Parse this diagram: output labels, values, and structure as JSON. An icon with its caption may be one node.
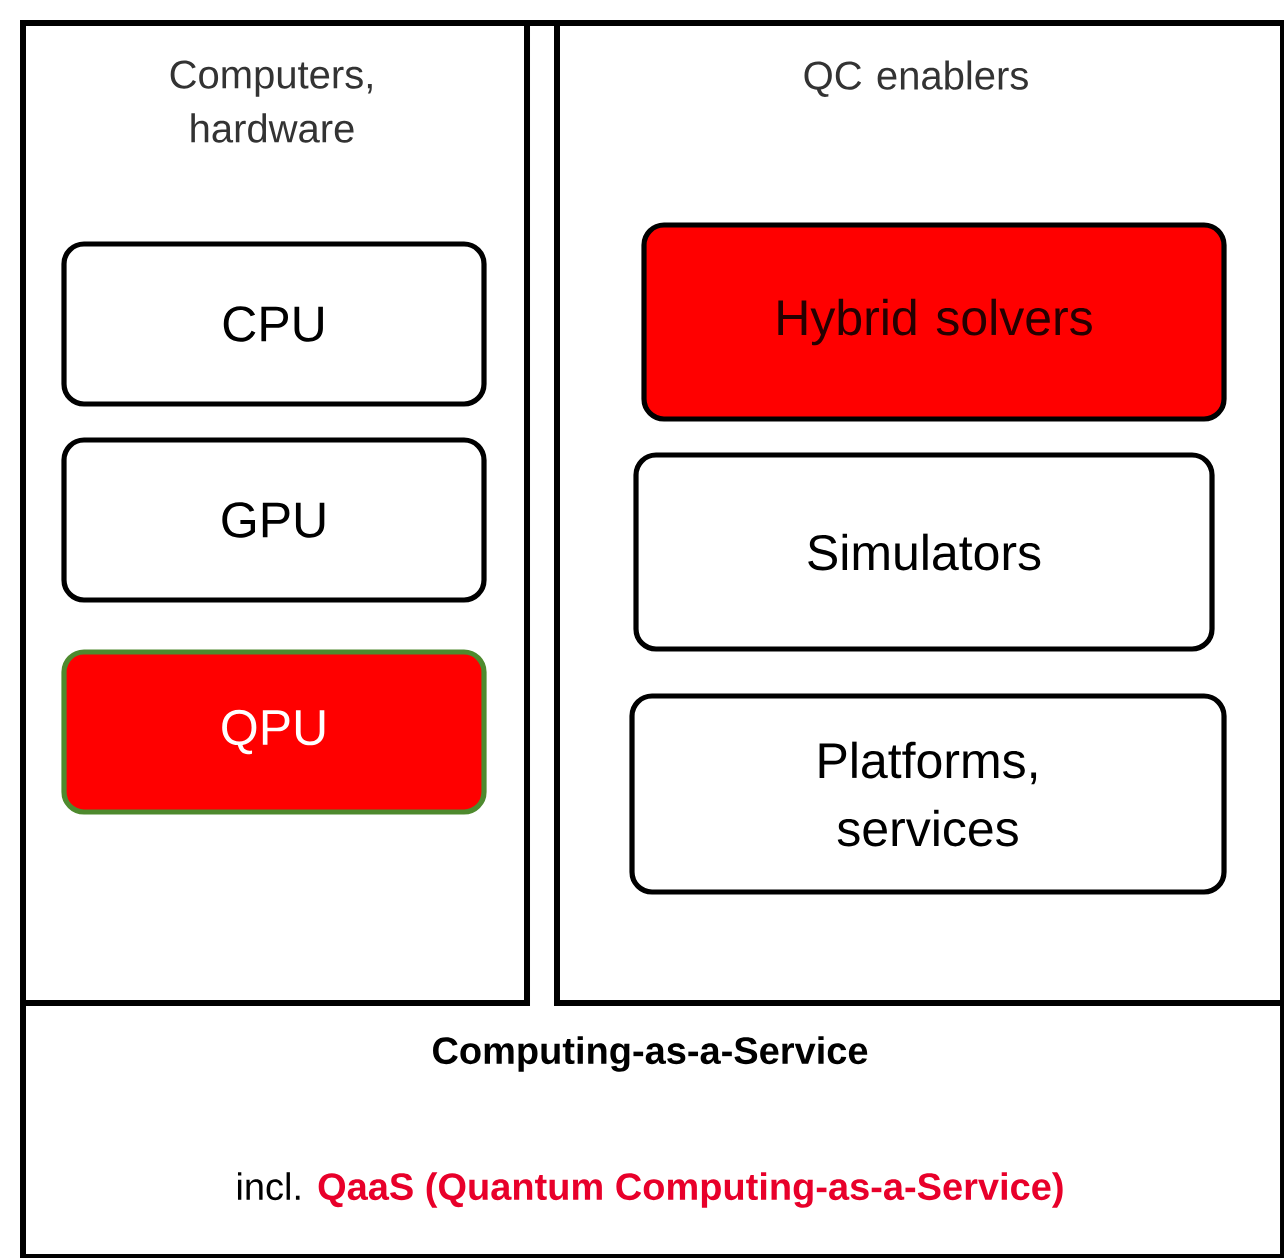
{
  "diagram": {
    "nodes": [
      {
        "text": [
          "Computing-as-a-Service",
          "incl.",
          "QaaS (Quantum Computing-as-a-Service)"
        ]
      },
      {
        "text": [
          "Computers, hardware"
        ],
        "in": 0
      },
      {
        "text": [
          "CPU"
        ],
        "in": 1
      },
      {
        "text": [
          "GPU"
        ],
        "in": 1
      },
      {
        "text": [
          "QPU"
        ],
        "in": 1
      },
      {
        "text": [
          "QC enablers"
        ],
        "in": 0
      },
      {
        "text": [
          "Hybrid solvers"
        ],
        "in": 5
      },
      {
        "text": [
          "Simulators"
        ],
        "in": 5
      },
      {
        "text": [
          "Platforms, services"
        ],
        "in": 5
      }
    ]
  }
}
